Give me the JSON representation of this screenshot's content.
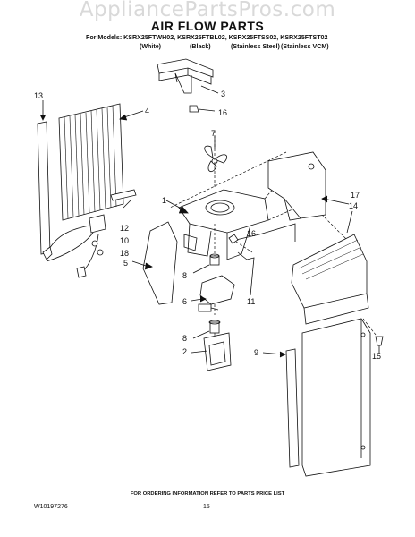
{
  "watermark": "AppliancePartsPros.com",
  "title": "AIR FLOW PARTS",
  "models_line": "For Models: KSRX25FTWH02, KSRX25FTBL02, KSRX25FTSS02, KSRX25FTST02",
  "variants": [
    "(White)",
    "(Black)",
    "(Stainless Steel)",
    "(Stainless VCM)"
  ],
  "footer_note": "FOR ORDERING INFORMATION REFER TO PARTS PRICE LIST",
  "doc_number": "W10197276",
  "page_number": "15",
  "callouts": [
    "13",
    "4",
    "3",
    "16",
    "7",
    "1",
    "17",
    "14",
    "16",
    "12",
    "10",
    "18",
    "5",
    "8",
    "6",
    "11",
    "8",
    "2",
    "9",
    "15"
  ]
}
